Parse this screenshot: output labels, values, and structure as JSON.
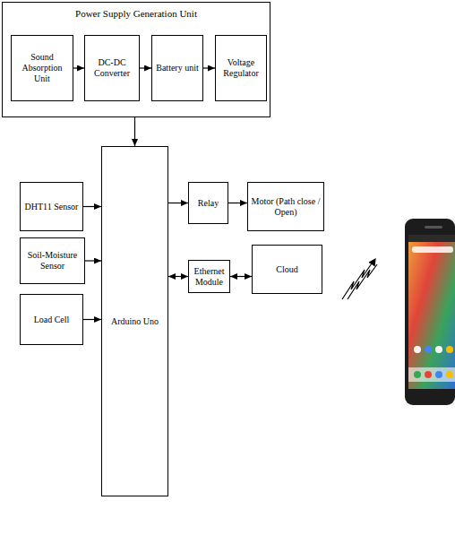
{
  "diagram": {
    "nodes": [
      {
        "text": [
          "Power Supply Generation Unit"
        ]
      },
      {
        "text": [
          "Sound Absorption Unit"
        ],
        "in": 0
      },
      {
        "text": [
          "DC-DC Converter"
        ],
        "in": 0
      },
      {
        "text": [
          "Battery unit"
        ],
        "in": 0
      },
      {
        "text": [
          "Voltage Regulator"
        ],
        "in": 0
      },
      {
        "text": [
          "DHT11 Sensor"
        ]
      },
      {
        "text": [
          "Soil-Moisture Sensor"
        ]
      },
      {
        "text": [
          "Load Cell"
        ]
      },
      {
        "text": [
          "Arduino Uno"
        ]
      },
      {
        "text": [
          "Relay"
        ]
      },
      {
        "text": [
          "Motor (Path close / Open)"
        ]
      },
      {
        "text": [
          "Ethernet Module"
        ]
      },
      {
        "text": [
          "Cloud"
        ]
      }
    ],
    "edges": [
      {
        "from": 1,
        "to": 2,
        "arrow": "to"
      },
      {
        "from": 2,
        "to": 3,
        "arrow": "to"
      },
      {
        "from": 3,
        "to": 4,
        "arrow": "to"
      },
      {
        "from": 0,
        "to": 8,
        "arrow": "to"
      },
      {
        "from": 5,
        "to": 8,
        "arrow": "to"
      },
      {
        "from": 6,
        "to": 8,
        "arrow": "to"
      },
      {
        "from": 7,
        "to": 8,
        "arrow": "to"
      },
      {
        "from": 8,
        "to": 9,
        "arrow": "to"
      },
      {
        "from": 9,
        "to": 10,
        "arrow": "to"
      },
      {
        "from": 8,
        "to": 11,
        "arrow": "both"
      },
      {
        "from": 11,
        "to": 12,
        "arrow": "both"
      }
    ]
  }
}
